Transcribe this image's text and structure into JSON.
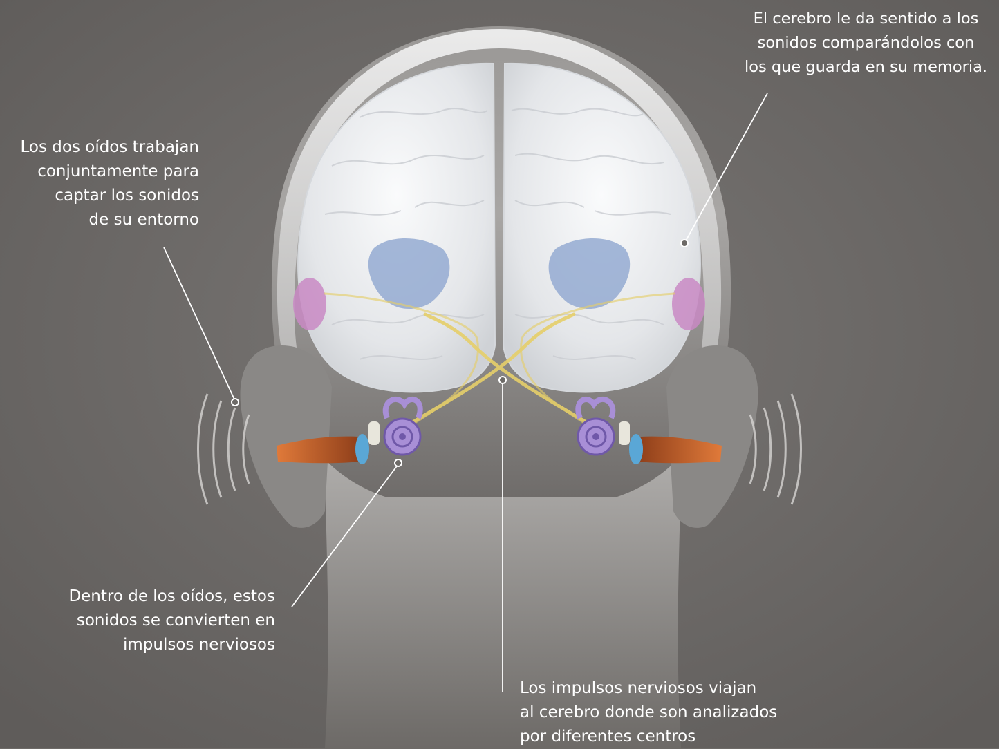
{
  "callouts": {
    "brain_meaning": {
      "lines": [
        "El cerebro le da sentido a los",
        "sonidos comparándolos con",
        "los que guarda en su memoria."
      ]
    },
    "ears_capture": {
      "lines": [
        "Los dos oídos trabajan",
        "conjuntamente para",
        "captar los sonidos",
        "de su entorno"
      ]
    },
    "inner_ear_conversion": {
      "lines": [
        "Dentro de los oídos, estos",
        "sonidos se convierten en",
        "impulsos nerviosos"
      ]
    },
    "nerve_travel": {
      "lines": [
        "Los impulsos nerviosos viajan",
        "al cerebro donde son analizados",
        "por diferentes centros"
      ]
    }
  },
  "colors": {
    "background": "#6d6a67",
    "brain": "#eef0f2",
    "auditory_cortex": "#8fa6cf",
    "temporal_lobe": "#c98ac4",
    "nerve": "#e6cf6a",
    "cochlea": "#a88fd6",
    "ear_canal": "#c9652a",
    "eardrum": "#5aa7d6",
    "leader_line": "#ffffff"
  }
}
